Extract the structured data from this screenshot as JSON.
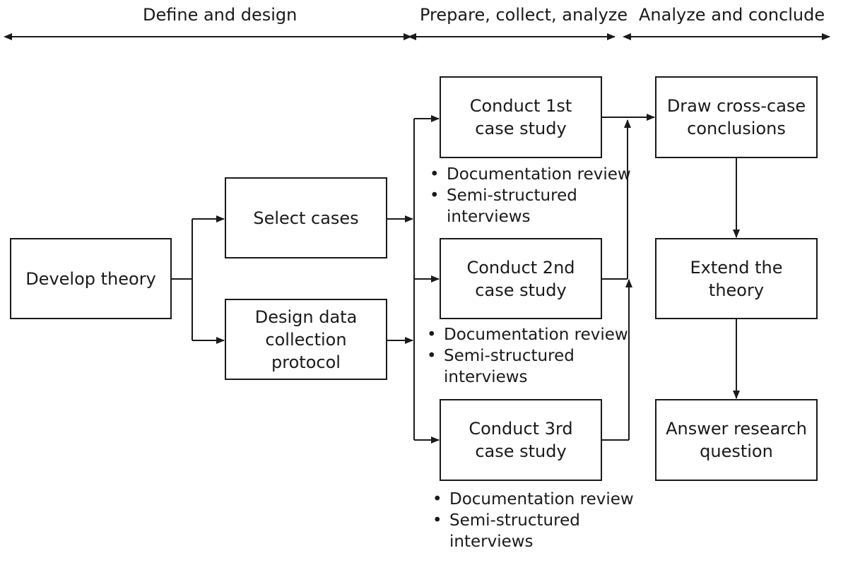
{
  "phases": {
    "define": "Define and design",
    "prepare": "Prepare, collect, analyze",
    "analyze": "Analyze and conclude"
  },
  "boxes": {
    "develop_theory": "Develop theory",
    "select_cases": "Select cases",
    "design_protocol": "Design data\ncollection\nprotocol",
    "case1": "Conduct 1st\ncase study",
    "case2": "Conduct 2nd\ncase study",
    "case3": "Conduct 3rd\ncase study",
    "cross_case": "Draw cross-case\nconclusions",
    "extend_theory": "Extend the\ntheory",
    "answer_question": "Answer research\nquestion"
  },
  "methods": {
    "case1": [
      "Documentation review",
      "Semi-structured\ninterviews"
    ],
    "case2": [
      "Documentation review",
      "Semi-structured\ninterviews"
    ],
    "case3": [
      "Documentation review",
      "Semi-structured\ninterviews"
    ]
  },
  "colors": {
    "line": "#1a1a1a",
    "background": "#ffffff"
  }
}
